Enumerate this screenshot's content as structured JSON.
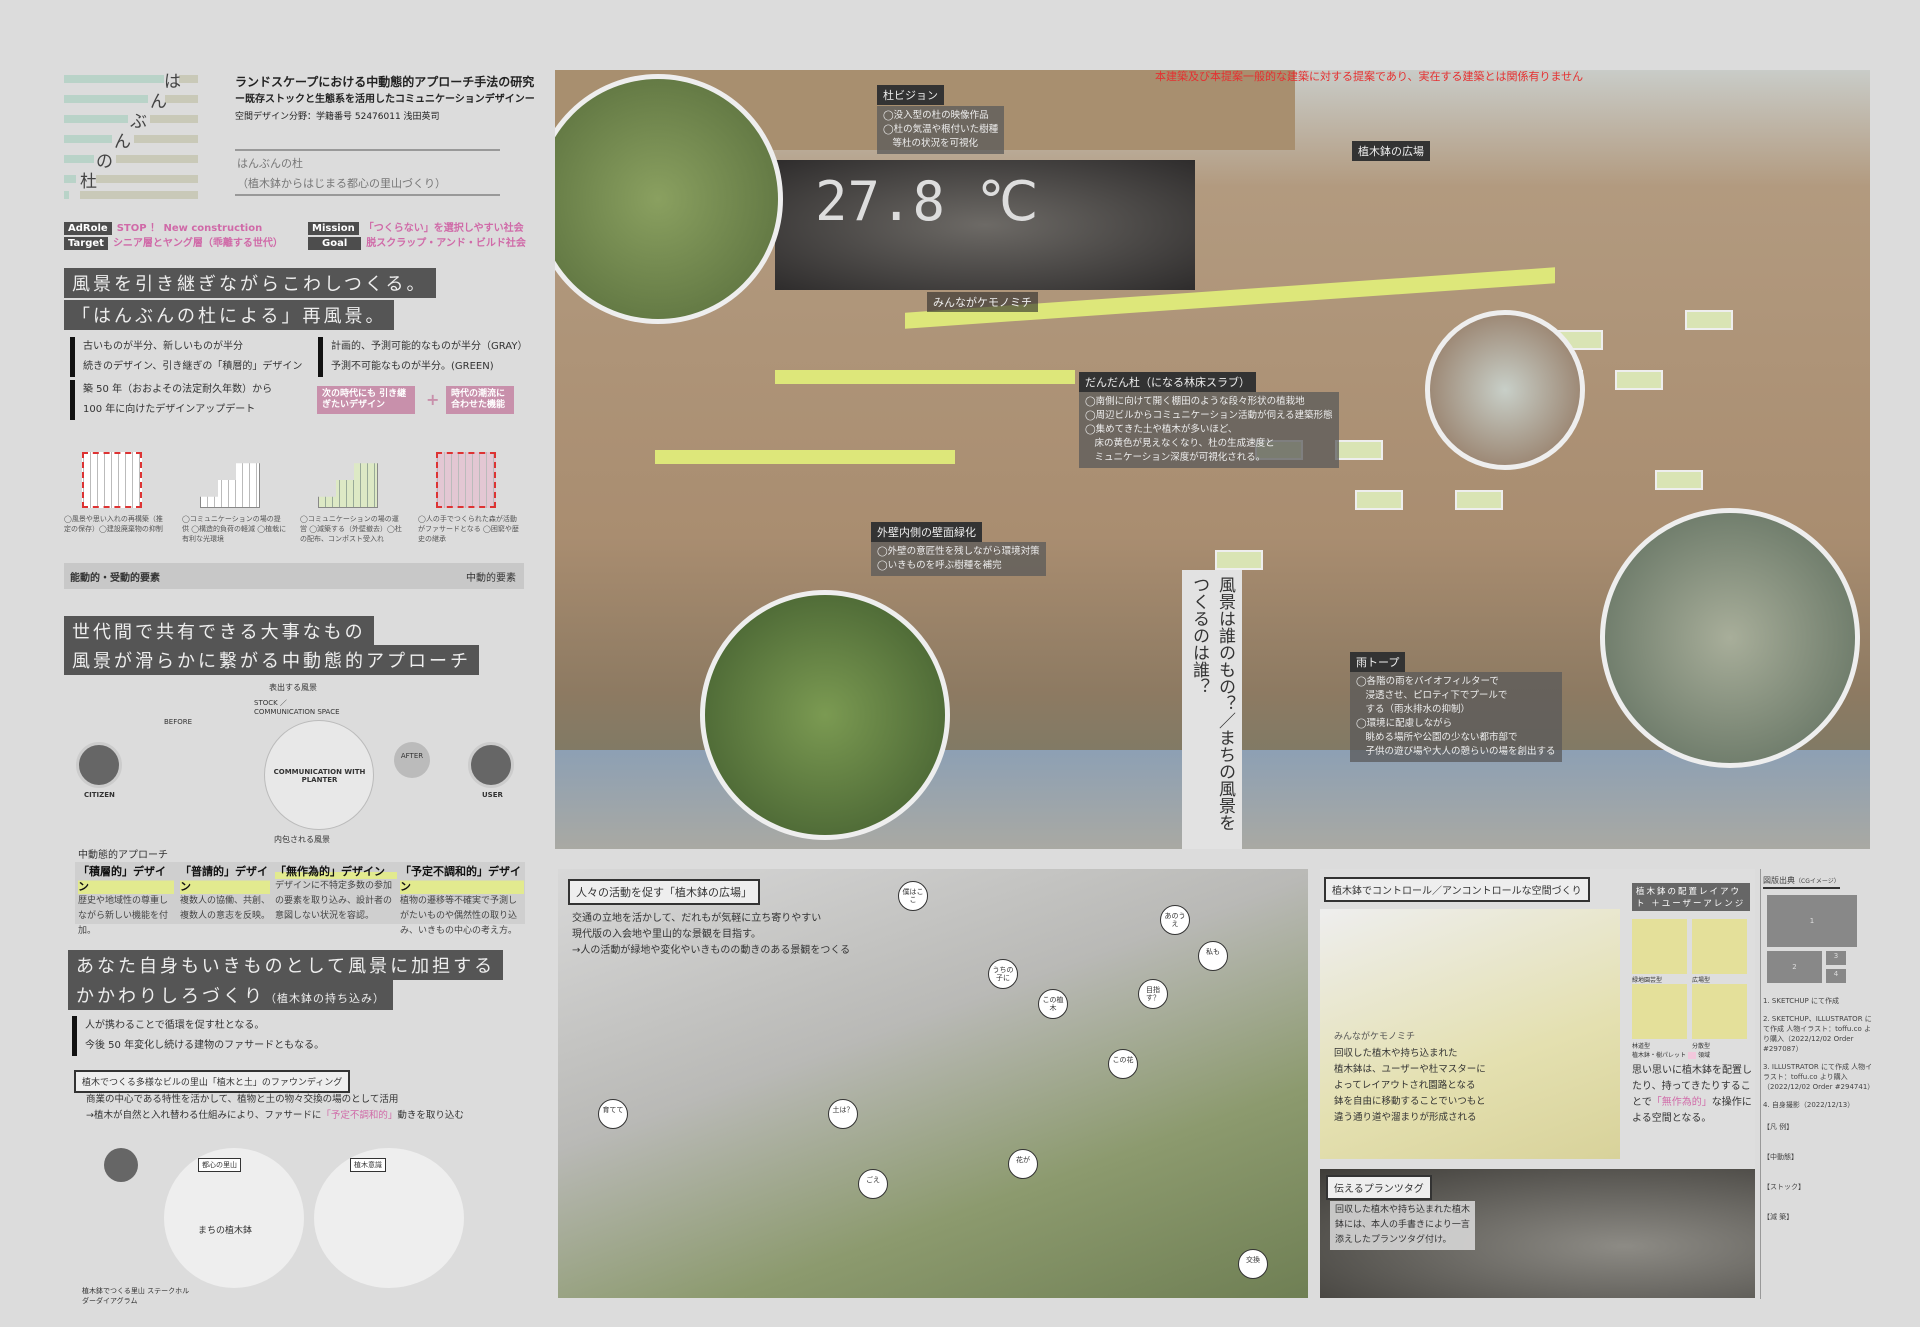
{
  "logo": {
    "chars": [
      "は",
      "ん",
      "ぶ",
      "ん",
      "の",
      "杜"
    ]
  },
  "header": {
    "title": "ランドスケープにおける中動態的アプローチ手法の研究",
    "subtitle": "ー既存ストックと生態系を活用したコミュニケーションデザインー",
    "author": "空間デザイン分野：学籍番号 52476011 浅田英司",
    "project_name": "はんぶんの杜",
    "project_sub": "（植木鉢からはじまる都心の里山づくり）"
  },
  "tags": [
    {
      "key": "AdRole",
      "value": "STOP ！ New construction"
    },
    {
      "key": "Target",
      "value": "シニア層とヤング層（乖離する世代）"
    },
    {
      "key": "Mission",
      "value": "「つくらない」を選択しやすい社会"
    },
    {
      "key": "Goal",
      "value": "脱スクラップ・アンド・ビルド社会"
    }
  ],
  "section1": {
    "heading1": "風景を引き継ぎながらこわしつくる。",
    "heading2": "「はんぶんの杜による」再風景。",
    "bullets_a": [
      "古いものが半分、新しいものが半分",
      "続きのデザイン、引き継ぎの「積層的」デザイン"
    ],
    "bullets_b": [
      "計画的、予測可能的なものが半分（GRAY）",
      "予測不可能なものが半分。(GREEN)"
    ],
    "bullets_c": [
      "築 50 年（おおよその法定耐久年数）から",
      "100 年に向けたデザインアップデート"
    ],
    "pink1": "次の時代にも 引き継ぎたいデザイン",
    "plus": "+",
    "pink2": "時代の潮流に 合わせた機能",
    "diagram_caps": [
      "◯風景や思い入れの再構築（推定の保存）◯建設廃棄物の抑制",
      "◯コミュニケーションの場の提供 ◯構造的負荷の軽減 ◯植栽に有利な光環境",
      "◯コミュニケーションの場の運営 ◯減築する（外壁撤去）◯杜の配布、コンポスト受入れ",
      "◯人の手でつくられた森が活動がファサードとなる ◯困窮や歴史の継承"
    ],
    "bar_left": "能動的・受動的要素",
    "bar_right": "中動的要素"
  },
  "section2": {
    "heading1": "世代間で共有できる大事なもの",
    "heading2": "風景が滑らかに繋がる中動態的アプローチ",
    "diagram": {
      "top": "表出する風景",
      "stock": "STOCK ／COMMUNICATION SPACE",
      "center": "COMMUNICATION WITH PLANTER",
      "citizen": "CITIZEN",
      "user": "USER",
      "before": "BEFORE",
      "after": "AFTER",
      "bottom": "内包される風景"
    },
    "approach_label": "中動態的アプローチ",
    "designs": [
      {
        "title": "「積層的」デザイン",
        "text": "歴史や地域性の尊重しながら新しい機能を付加。"
      },
      {
        "title": "「普請的」デザイン",
        "text": "複数人の協働、共創、複数人の意志を反映。"
      },
      {
        "title": "「無作為的」デザイン",
        "text": "デザインに不特定多数の参加の要素を取り込み、設計者の意図しない状況を容認。"
      },
      {
        "title": "「予定不調和的」デザイン",
        "text": "植物の遷移等不確実で予測しがたいものや偶然性の取り込み、いきもの中心の考え方。"
      }
    ]
  },
  "section3": {
    "heading1": "あなた自身もいきものとして風景に加担する",
    "heading2": "かかわりしろづくり",
    "heading2_sub": "（植木鉢の持ち込み）",
    "bullets": [
      "人が携わることで循環を促す杜となる。",
      "今後 50 年変化し続ける建物のファサードともなる。"
    ],
    "box_title": "植木でつくる多様なビルの里山「植木と土」のファウンディング",
    "text1": "商業の中心である特性を活かして、植物と土の物々交換の場のとして活用",
    "text2_pre": "→植木が自然と入れ替わる仕組みにより、ファサードに",
    "text2_em": "「予定不調和的」",
    "text2_post": "動きを取り込む",
    "diagram": {
      "center": "まちの植木鉢",
      "node1": "都心の里山",
      "node2": "植木意識",
      "caption": "植木鉢でつくる里山 ステークホルダーダイアグラム"
    }
  },
  "hero": {
    "disclaimer": "本建築及び本提案一般的な建築に対する提案であり、実在する建築とは関係有りません",
    "temperature": "27.8 ℃",
    "labels": [
      {
        "title": "杜ビジョン",
        "lines": [
          "◯没入型の杜の映像作品",
          "◯杜の気温や根付いた樹種",
          "　等杜の状況を可視化"
        ]
      },
      {
        "title": "植木鉢の広場",
        "lines": []
      },
      {
        "title": "みんながケモノミチ",
        "lines": []
      },
      {
        "title": "だんだん杜（になる林床スラブ）",
        "lines": [
          "◯南側に向けて開く棚田のような段々形状の植栽地",
          "◯周辺ビルからコミュニケーション活動が伺える建築形態",
          "◯集めてきた土や植木が多いほど、",
          "　床の黄色が見えなくなり、杜の生成速度と",
          "　ミュニケーション深度が可視化される。"
        ]
      },
      {
        "title": "外壁内側の壁面緑化",
        "lines": [
          "◯外壁の意匠性を残しながら環境対策",
          "◯いきものを呼ぶ樹種を補完"
        ]
      },
      {
        "title": "雨トープ",
        "lines": [
          "◯各階の雨をバイオフィルターで",
          "　浸透させ、ピロティ下でプールで",
          "　する（雨水排水の抑制）",
          "◯環境に配慮しながら",
          "　眺める場所や公園の少ない都市部で",
          "　子供の遊び場や大人の憩らいの場を創出する"
        ]
      }
    ],
    "vertical_text": "風景は誰のもの？／まちの風景をつくるのは誰？"
  },
  "plaza": {
    "title": "人々の活動を促す「植木鉢の広場」",
    "lines": [
      "交通の立地を活かして、だれもが気軽に立ち寄りやすい",
      "現代版の入会地や里山的な景観を目指す。",
      "→人の活動が緑地や変化やいきものの動きのある景観をつくる"
    ],
    "bubbles": [
      "僕はここ",
      "うちの子に",
      "この植木",
      "目指す？",
      "あのうえ",
      "私も",
      "土は？",
      "この花",
      "育てて",
      "花が",
      "ごえ",
      "交換"
    ]
  },
  "control": {
    "title": "植木鉢でコントロール／アンコントロールな空間づくり",
    "layout_title": "植木鉢の配置レイアウト ＋ユーザーアレンジ",
    "layout_types": [
      "緑地園芸型",
      "広場型",
      "林道型",
      "分散型"
    ],
    "legend": [
      "植木鉢・樹パレット",
      "領域"
    ],
    "scene_label": "みんながケモノミチ",
    "text_left": [
      "回収した植木や持ち込まれた",
      "植木鉢は、ユーザーや杜マスターに",
      "よってレイアウトされ園路となる",
      "鉢を自由に移動することでいつもと",
      "違う通り道や溜まりが形成される"
    ],
    "text_right_pre": "思い思いに植木鉢を配置したり、持ってきたりすることで",
    "text_right_em": "「無作為的」",
    "text_right_post": "な操作による空間となる。",
    "tag_title": "伝えるプランツタグ",
    "tag_lines": [
      "回収した植木や持ち込まれた植木",
      "鉢には、本人の手書きにより一言",
      "添えしたプランツタグ付け。"
    ]
  },
  "credits": {
    "title": "図版出典",
    "title_sub": "（CGイメージ）",
    "nums": [
      "1",
      "2",
      "3",
      "4"
    ],
    "items": [
      "1. SKETCHUP にて作成",
      "2. SKETCHUP、ILLUSTRATOR にて作成 人物イラスト：toffu.co より購入（2022/12/02 Order #297087）",
      "3. ILLUSTRATOR にて作成 人物イラスト：toffu.co より購入（2022/12/02 Order #294741）",
      "4. 自身撮影（2022/12/13）",
      "【凡 例】",
      "【中動態】",
      "【ストック】",
      "【減 築】"
    ]
  },
  "colors": {
    "pink": "#d06aa8",
    "dark": "#555555",
    "lime": "#e2ea8f",
    "red": "#e53030"
  }
}
